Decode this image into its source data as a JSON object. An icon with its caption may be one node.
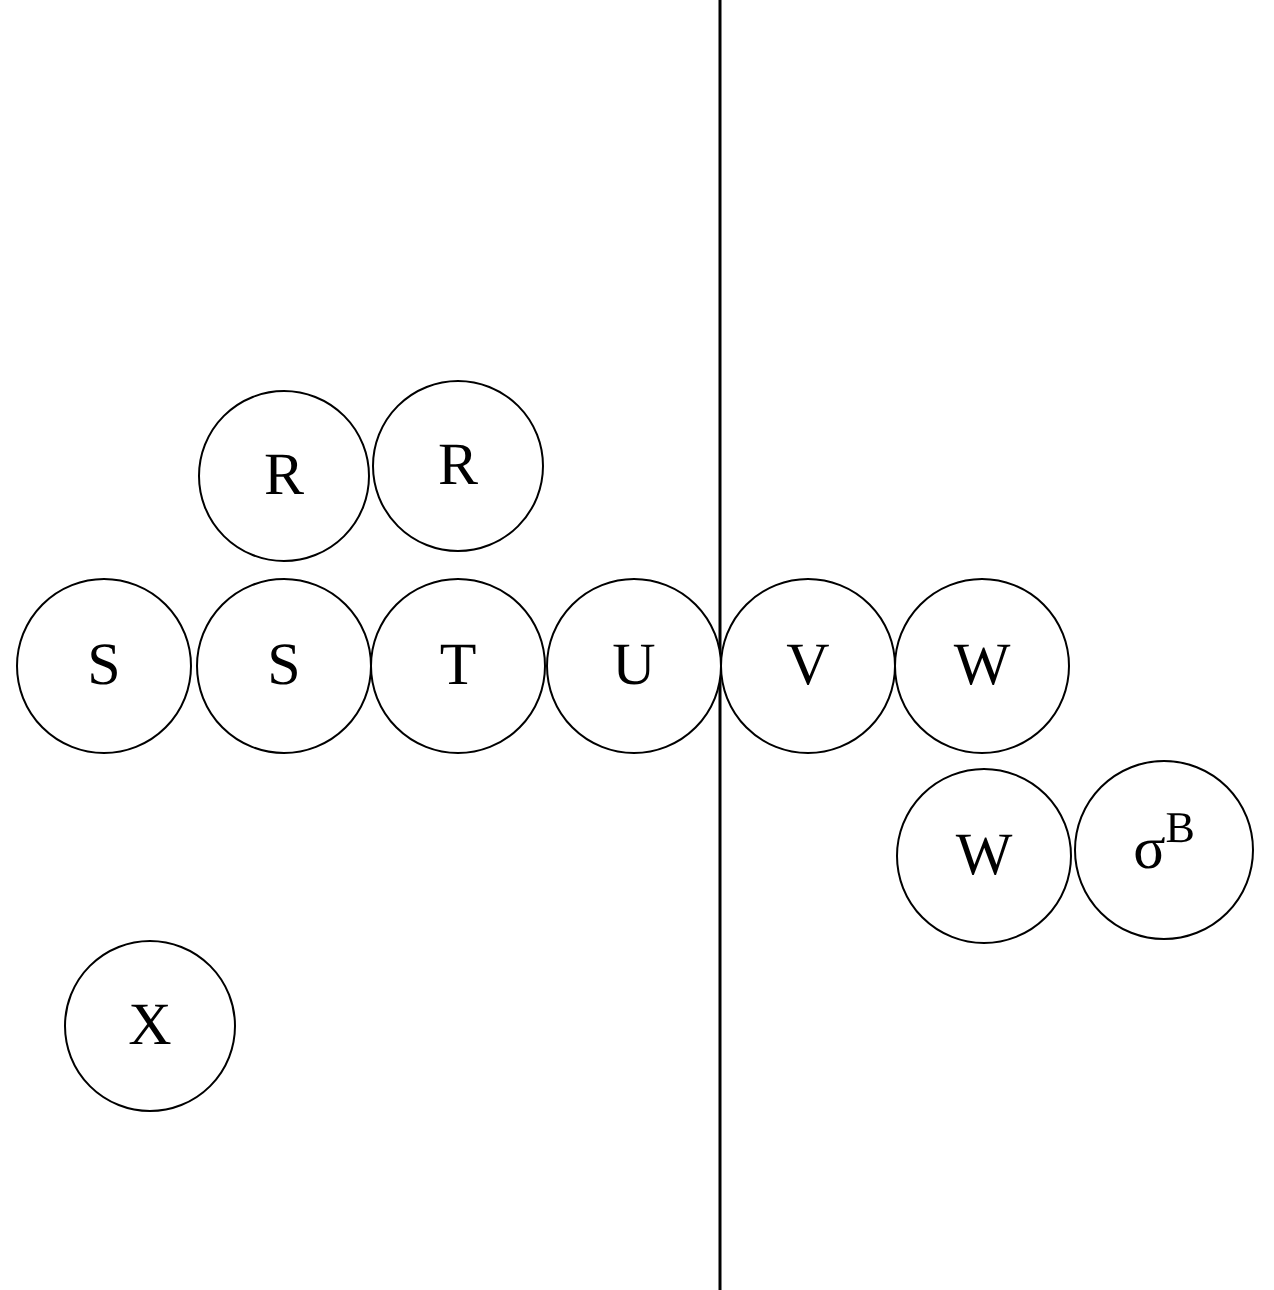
{
  "diagram": {
    "nodes": [
      {
        "text": [
          "R"
        ]
      },
      {
        "text": [
          "R"
        ]
      },
      {
        "text": [
          "S"
        ]
      },
      {
        "text": [
          "S"
        ]
      },
      {
        "text": [
          "T"
        ]
      },
      {
        "text": [
          "U"
        ]
      },
      {
        "text": [
          "V"
        ]
      },
      {
        "text": [
          "W"
        ]
      },
      {
        "text": [
          "W"
        ]
      },
      {
        "text": [
          "σ$^{B}$"
        ]
      },
      {
        "text": [
          "X"
        ]
      }
    ]
  }
}
